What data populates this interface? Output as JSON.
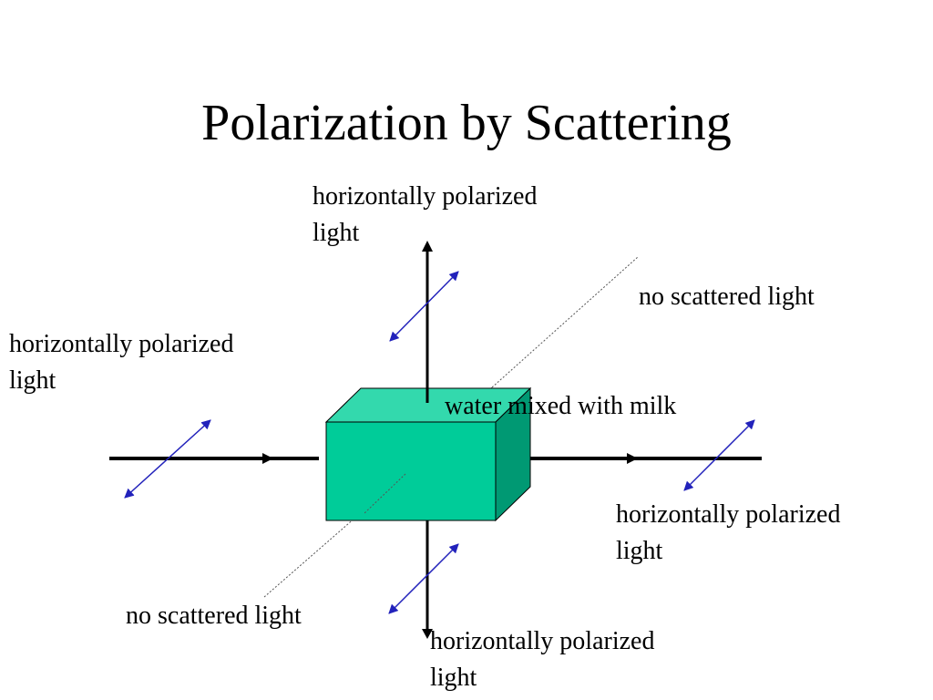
{
  "slide": {
    "title": "Polarization by Scattering"
  },
  "labels": {
    "top_polarized": [
      "horizontally polarized",
      "light"
    ],
    "left_polarized": [
      "horizontally polarized",
      "light"
    ],
    "right_polarized": [
      "horizontally polarized",
      "light"
    ],
    "bottom_polarized": [
      "horizontally polarized",
      "light"
    ],
    "no_scatter_top": "no scattered light",
    "no_scatter_bottom": "no scattered light",
    "box": "water mixed with milk"
  },
  "colors": {
    "box_front": "#00CC99",
    "box_top": "#33D9AD",
    "box_side": "#009973",
    "polarization_arrows": "#2222BB",
    "beam": "#000000"
  }
}
